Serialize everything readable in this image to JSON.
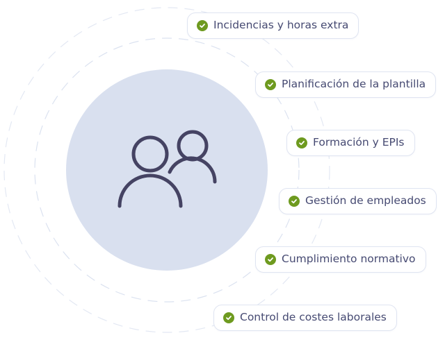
{
  "diagram": {
    "center_icon": "users-icon",
    "colors": {
      "center_fill": "#d9e0ef",
      "icon_stroke": "#454363",
      "ring_stroke": "#dbe2f0",
      "check_fill": "#6e9a1f",
      "pill_border": "#dfe4f1",
      "pill_text": "#464a72"
    },
    "features": [
      {
        "label": "Incidencias y horas extra",
        "icon": "check-circle-icon"
      },
      {
        "label": "Planificación de la plantilla",
        "icon": "check-circle-icon"
      },
      {
        "label": "Formación y EPIs",
        "icon": "check-circle-icon"
      },
      {
        "label": "Gestión de empleados",
        "icon": "check-circle-icon"
      },
      {
        "label": "Cumplimiento normativo",
        "icon": "check-circle-icon"
      },
      {
        "label": "Control de costes laborales",
        "icon": "check-circle-icon"
      }
    ]
  }
}
